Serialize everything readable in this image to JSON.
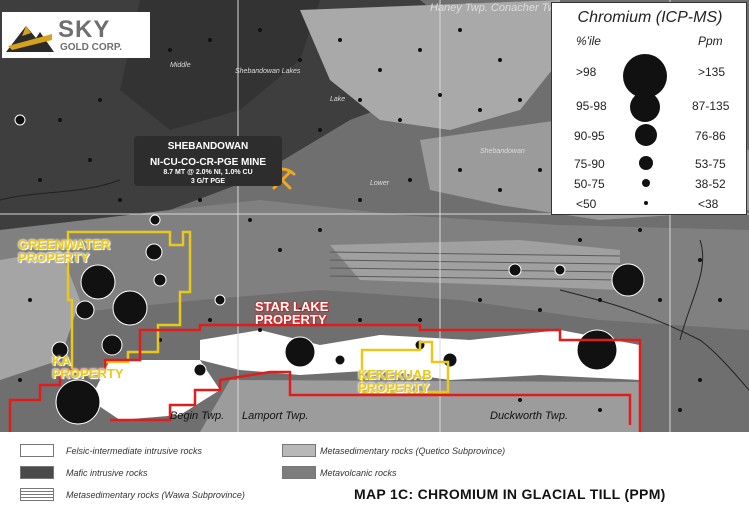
{
  "logo": {
    "brand": "SKY",
    "sub": "GOLD CORP."
  },
  "mine": {
    "name_line1": "SHEBANDOWAN",
    "name_line2": "NI-CU-CO-CR-PGE MINE",
    "stats_line1": "8.7 MT @ 2.0% NI, 1.0% CU",
    "stats_line2": "3 G/T PGE"
  },
  "properties": [
    {
      "label": "GREENWATER",
      "label2": "PROPERTY"
    },
    {
      "label": "STAR LAKE",
      "label2": "PROPERTY"
    },
    {
      "label": "KA",
      "label2": "PROPERTY"
    },
    {
      "label": "KEKEKUAB",
      "label2": "PROPERTY"
    }
  ],
  "townships": {
    "top": "Haney Twp.  Conacher Twp.",
    "begin": "Begin Twp.",
    "lamport": "Lamport Twp.",
    "duckworth": "Duckworth Twp."
  },
  "places": {
    "middle": "Middle",
    "shebandowan_lakes": "Shebandowan Lakes",
    "lake": "Lake",
    "lower": "Lower",
    "shebandowan": "Shebandowan"
  },
  "chromium_legend": {
    "title": "Chromium (ICP-MS)",
    "col_pct": "%'ile",
    "col_ppm": "Ppm",
    "rows": [
      {
        "pct": ">98",
        "ppm": ">135"
      },
      {
        "pct": "95-98",
        "ppm": "87-135"
      },
      {
        "pct": "90-95",
        "ppm": "76-86"
      },
      {
        "pct": "75-90",
        "ppm": "53-75"
      },
      {
        "pct": "50-75",
        "ppm": "38-52"
      },
      {
        "pct": "<50",
        "ppm": "<38"
      }
    ]
  },
  "rock_legend": [
    {
      "label": "Felsic-intermediate intrusive rocks",
      "color": "#ffffff"
    },
    {
      "label": "Metasedimentary rocks (Quetico Subprovince)",
      "color": "#b8b8b8"
    },
    {
      "label": "Mafic intrusive rocks",
      "color": "#4a4a4a"
    },
    {
      "label": "Metavolcanic rocks",
      "color": "#7d7d7d"
    },
    {
      "label": "Metasedimentary rocks (Wawa Subprovince)",
      "color": "#ffffff"
    }
  ],
  "map_title": "MAP 1C: CHROMIUM IN GLACIAL TILL (PPM)",
  "colors": {
    "property_yellow": "#e9c81b",
    "property_red": "#e21b1b",
    "mine_icon": "#f2a81d"
  }
}
